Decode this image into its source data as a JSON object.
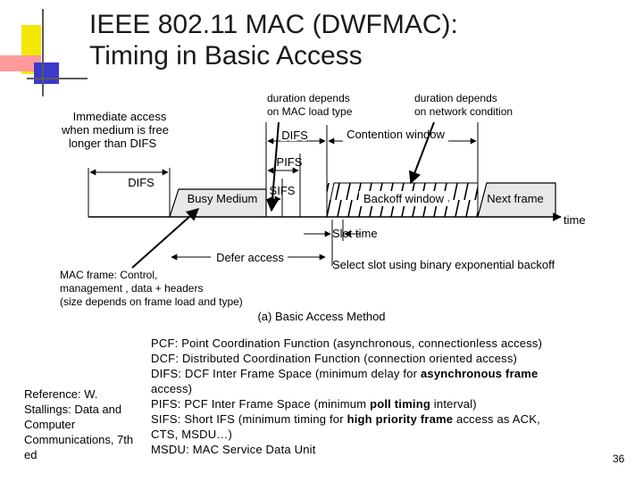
{
  "slide": {
    "title_line1": "IEEE 802.11 MAC (DWFMAC):",
    "title_line2": "Timing in Basic Access",
    "page_number": "36"
  },
  "annotations": {
    "duration_mac_line1": "duration depends",
    "duration_mac_line2": "on MAC load type",
    "duration_net_line1": "duration depends",
    "duration_net_line2": "on network condition",
    "mac_frame_line1": "MAC frame: Control,",
    "mac_frame_line2": "management , data + headers",
    "mac_frame_line3": "(size depends on frame load and type)"
  },
  "diagram": {
    "immediate_line1": "Immediate access",
    "immediate_line2": "when medium is free",
    "immediate_line3": "longer than DIFS",
    "difs_left": "DIFS",
    "difs_top": "DIFS",
    "contention_window": "Contention window",
    "pifs": "PIFS",
    "sifs": "SIFS",
    "busy_medium": "Busy Medium",
    "backoff_window": "Backoff window",
    "next_frame": "Next frame",
    "time": "time",
    "slot_time": "Slot time",
    "defer_access": "Defer access",
    "select_slot": "Select slot using binary exponential backoff",
    "caption": "(a) Basic Access Method"
  },
  "reference": {
    "text": "Reference: W. Stallings: Data and Computer Communications, 7th ed"
  },
  "definitions": {
    "line1": "PCF: Point Coordination Function (asynchronous, connectionless access)",
    "line2": "DCF: Distributed Coordination Function (connection oriented access)",
    "line3_plain": "DIFS: DCF Inter Frame Space (minimum delay for ",
    "line3_bold": "asynchronous frame",
    "line4": "access)",
    "line5_plain1": "PIFS: PCF Inter Frame Space (minimum ",
    "line5_bold": "poll timing",
    "line5_plain2": " interval)",
    "line6_plain1": "SIFS: Short IFS (minimum timing for ",
    "line6_bold": "high priority frame",
    "line6_plain2": " access as ACK,",
    "line7": "CTS, MSDU…)",
    "line8": "MSDU: MAC Service Data Unit"
  },
  "colors": {
    "deco_yellow": "#f5e800",
    "deco_blue": "#3333cc",
    "deco_red": "#ff6666",
    "deco_line": "#5a5a5a"
  }
}
